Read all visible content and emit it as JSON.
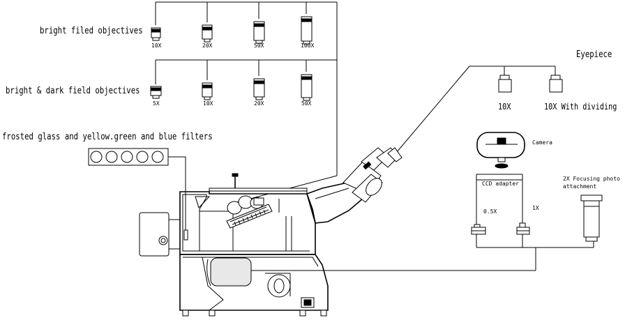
{
  "groups": {
    "bright_field": {
      "title": "bright filed objectives",
      "items": [
        "10X",
        "20X",
        "50X",
        "100X"
      ]
    },
    "bright_dark_field": {
      "title": "bright & dark field objectives",
      "items": [
        "5X",
        "10X",
        "20X",
        "50X"
      ]
    },
    "filters": {
      "title": "frosted glass and yellow.green and blue filters"
    },
    "eyepiece": {
      "title": "Eyepiece",
      "items": [
        "10X",
        "10X With dividing"
      ]
    }
  },
  "labels": {
    "camera": "Camera",
    "ccd_adapter": "CCD adapter",
    "adapter_05x": "0.5X",
    "adapter_1x": "1X",
    "focusing_attachment_line1": "2X Focusing photo",
    "focusing_attachment_line2": "attachment"
  }
}
